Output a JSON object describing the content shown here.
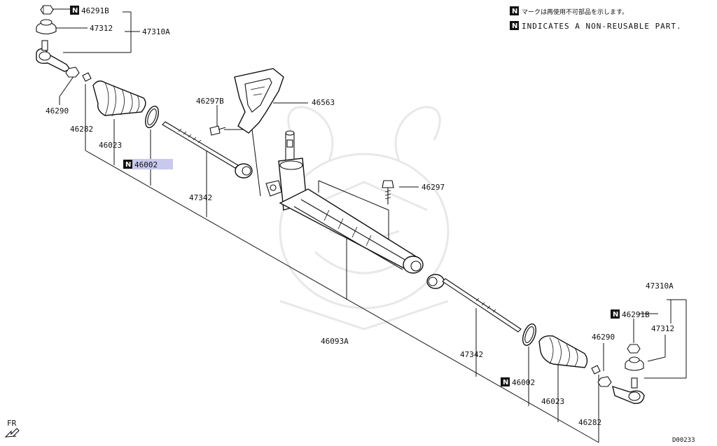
{
  "notes": {
    "ja": "マークは再使用不可部品を示します。",
    "en": "INDICATES A NON-REUSABLE PART.",
    "n_symbol": "N"
  },
  "labels": {
    "p46291b_top": "46291B",
    "p47312_top": "47312",
    "p47310a_top": "47310A",
    "p46290_top": "46290",
    "p46282_top": "46282",
    "p46023_top": "46023",
    "p46002_top": "46002",
    "p47342_top": "47342",
    "p46297b": "46297B",
    "p46563": "46563",
    "p46297": "46297",
    "p46093a": "46093A",
    "p47342_bottom": "47342",
    "p46002_bottom": "46002",
    "p46023_bottom": "46023",
    "p46282_bottom": "46282",
    "p46290_bottom": "46290",
    "p47310a_bottom": "47310A",
    "p46291b_bottom": "46291B",
    "p47312_bottom": "47312"
  },
  "footer": {
    "fr": "FR",
    "code": "D00233"
  }
}
